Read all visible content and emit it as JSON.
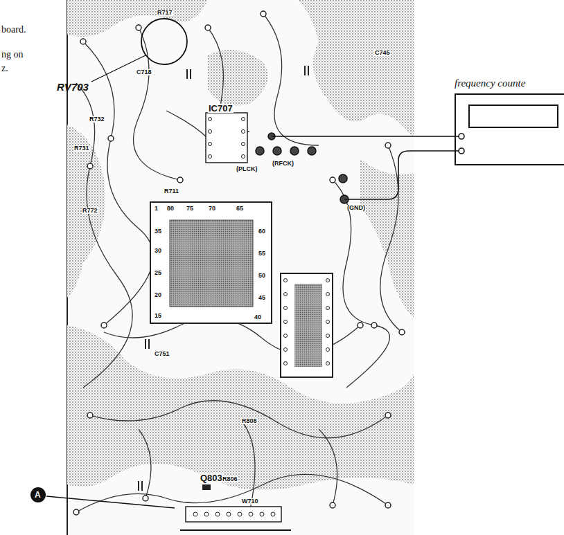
{
  "diagram": {
    "nodes": [
      {
        "text": [
          "frequency counte"
        ]
      }
    ],
    "labels": [
      "board.",
      "ng on",
      "z.",
      "RV703",
      "R717",
      "C718",
      "R732",
      "R731",
      "R711",
      "R772",
      "IC707",
      "(PLCK)",
      "(RFCK)",
      "(GND)",
      "1",
      "80",
      "75",
      "70",
      "65",
      "60",
      "55",
      "50",
      "45",
      "40",
      "35",
      "30",
      "25",
      "20",
      "15",
      "C751",
      "C745",
      "R808",
      "Q803",
      "R806",
      "W710",
      "A"
    ]
  }
}
